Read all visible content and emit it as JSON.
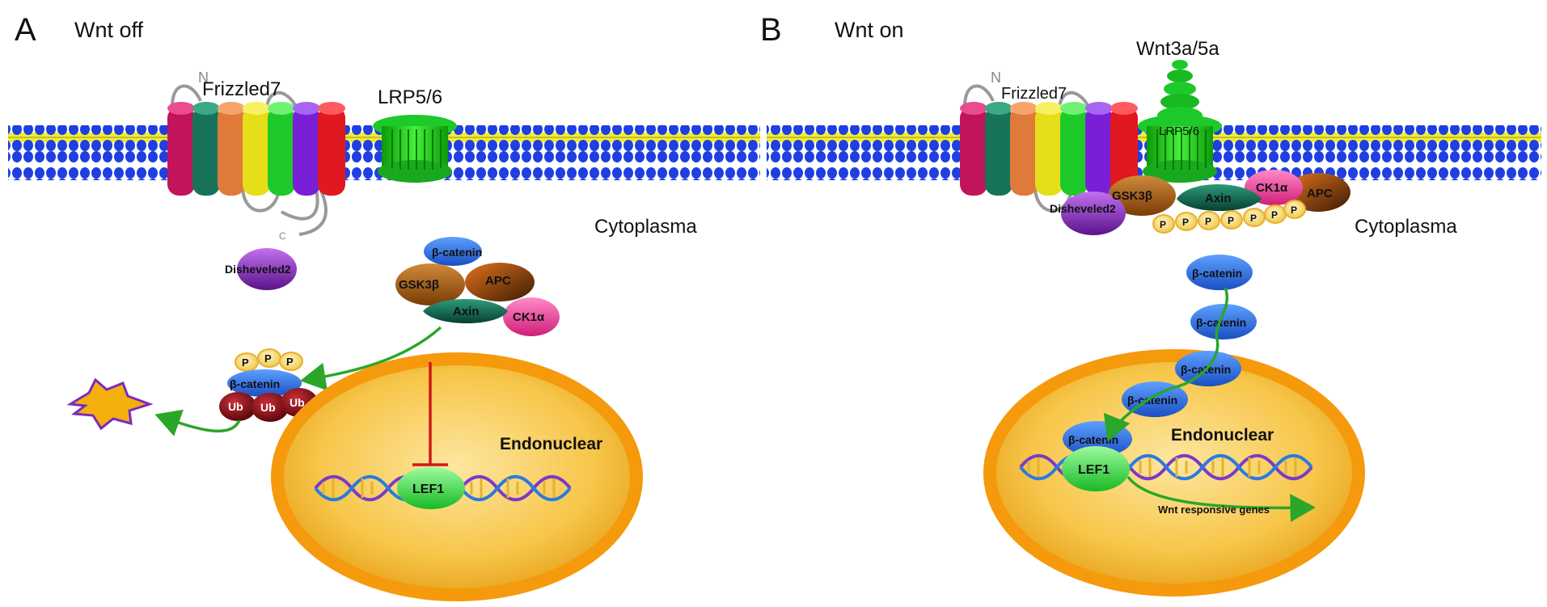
{
  "colors": {
    "membrane_head": "#1f3fe0",
    "membrane_tail": "#f2ea3a",
    "receptor_green": "#19d40f",
    "nucleus_rim": "#f59a0c",
    "nucleus_core": "#f7d568",
    "beta_catenin": "#2b6fe0",
    "gsk3b": "#a35c10",
    "apc": "#c45a12",
    "axin": "#0e6a52",
    "ck1a": "#e84c9a",
    "disheveled": "#8a2dbd",
    "ubiquitin": "#8c0f16",
    "phosphate": "#f6e08a",
    "lef1": "#3fe04a",
    "arrow": "#2aa62a",
    "inhibit": "#cc1a1a"
  },
  "panel_a": {
    "letter": "A",
    "title": "Wnt off",
    "n_terminus": "N",
    "c_terminus": "C",
    "frizzled": "Frizzled7",
    "lrp": "LRP5/6",
    "cytoplasma": "Cytoplasma",
    "disheveled": "Disheveled2",
    "complex": {
      "beta_catenin": "β-catenin",
      "gsk3b": "GSK3β",
      "apc": "APC",
      "axin": "Axin",
      "ck1a": "CK1α"
    },
    "phospho": [
      "P",
      "P",
      "P"
    ],
    "degraded": "β-catenin",
    "ubiquitin": [
      "Ub",
      "Ub",
      "Ub"
    ],
    "nucleus": "Endonuclear",
    "lef1": "LEF1"
  },
  "panel_b": {
    "letter": "B",
    "title": "Wnt on",
    "ligand": "Wnt3a/5a",
    "n_terminus": "N",
    "frizzled": "Frizzled7",
    "lrp": "LRP5/6",
    "cytoplasma": "Cytoplasma",
    "complex": {
      "disheveled": "Disheveled2",
      "gsk3b": "GSK3β",
      "axin": "Axin",
      "ck1a": "CK1α",
      "apc": "APC"
    },
    "phospho": [
      "P",
      "P",
      "P",
      "P",
      "P",
      "P",
      "P"
    ],
    "beta_catenin_chain": [
      "β-catenin",
      "β-catenin",
      "β-catenin",
      "β-catenin",
      "β-catenin"
    ],
    "nucleus": "Endonuclear",
    "lef1": "LEF1",
    "genes": "Wnt responsive genes"
  }
}
